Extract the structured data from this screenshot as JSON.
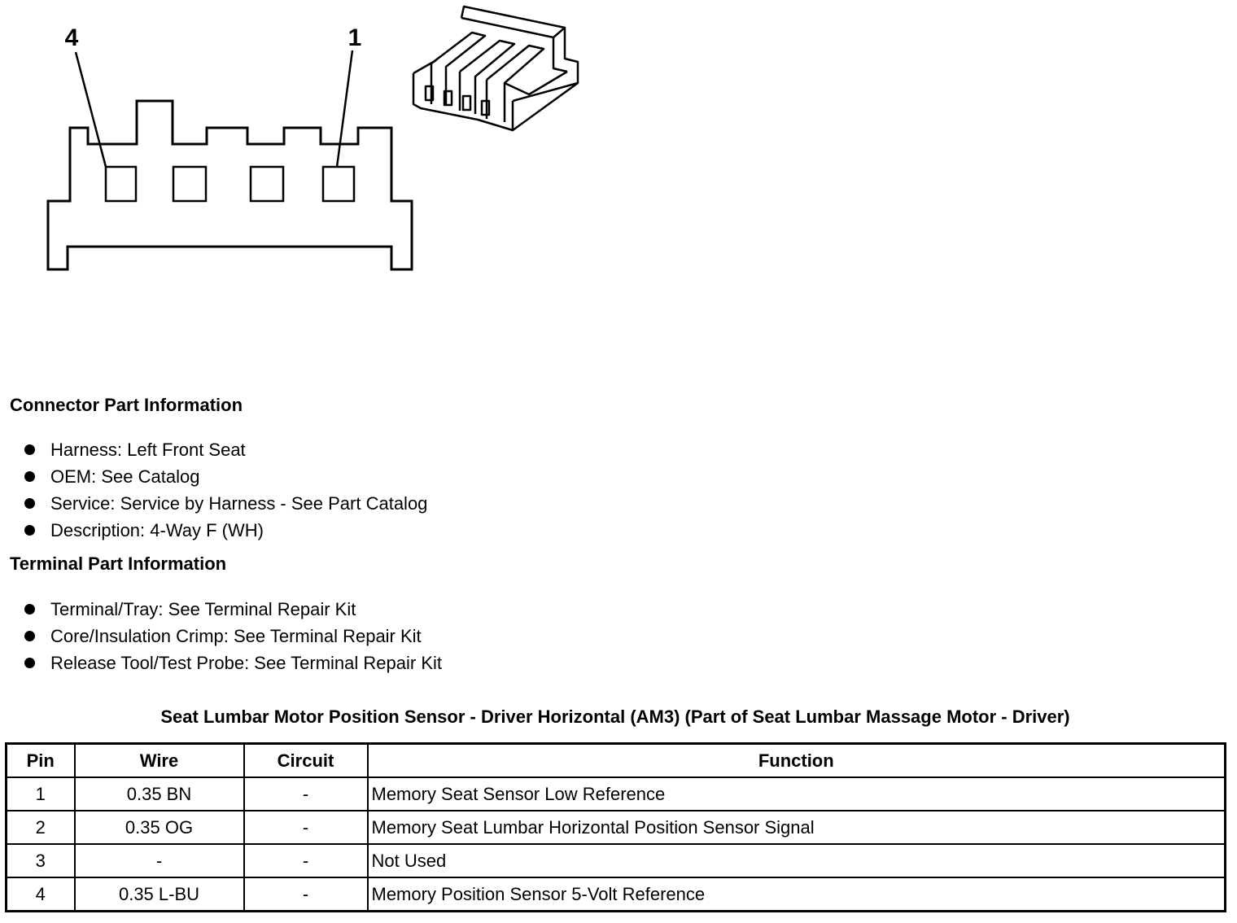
{
  "diagram": {
    "pin_labels": {
      "left": "4",
      "right": "1"
    }
  },
  "connector_info": {
    "title": "Connector Part Information",
    "items": [
      "Harness: Left Front Seat",
      "OEM: See Catalog",
      "Service: Service by Harness - See Part Catalog",
      "Description: 4-Way F (WH)"
    ]
  },
  "terminal_info": {
    "title": "Terminal Part Information",
    "items": [
      "Terminal/Tray: See Terminal Repair Kit",
      "Core/Insulation Crimp: See Terminal Repair Kit",
      "Release Tool/Test Probe: See Terminal Repair Kit"
    ]
  },
  "table": {
    "caption": "Seat Lumbar Motor Position Sensor - Driver Horizontal (AM3) (Part of Seat Lumbar Massage Motor - Driver)",
    "headers": [
      "Pin",
      "Wire",
      "Circuit",
      "Function"
    ],
    "rows": [
      [
        "1",
        "0.35 BN",
        "-",
        "Memory Seat Sensor Low Reference"
      ],
      [
        "2",
        "0.35 OG",
        "-",
        "Memory Seat Lumbar Horizontal Position Sensor Signal"
      ],
      [
        "3",
        "-",
        "-",
        "Not Used"
      ],
      [
        "4",
        "0.35 L-BU",
        "-",
        "Memory Position Sensor 5-Volt Reference"
      ]
    ]
  }
}
